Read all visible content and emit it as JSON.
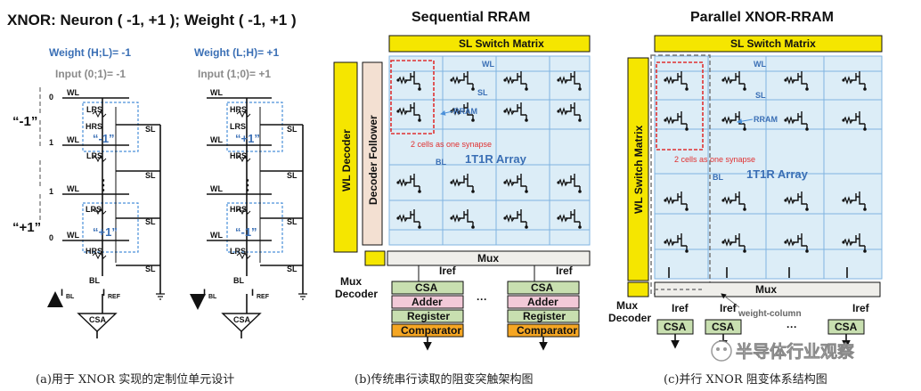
{
  "panel_a": {
    "title": "XNOR: Neuron ( -1, +1 ); Weight ( -1, +1 )",
    "left": {
      "weight": "Weight (H;L)= -1",
      "input": "Input (0;1)= -1",
      "cell_top": "“-1”",
      "cell_bottom": "“+1”"
    },
    "right": {
      "weight": "Weight (L;H)= +1",
      "input": "Input (1;0)= +1",
      "cell_top": "“+1”",
      "cell_bottom": "“-1”"
    },
    "side_labels": {
      "neg": "“-1”",
      "pos": "“+1”"
    },
    "row_indices": [
      "0",
      "1",
      "1",
      "0"
    ],
    "wl": "WL",
    "sl": "SL",
    "bl": "BL",
    "hrs": "HRS",
    "lrs": "LRS",
    "dots": "⋮",
    "ibl": "I",
    "ibl_sub": "BL",
    "iref": "I",
    "iref_sub": "REF",
    "csa": "CSA",
    "caption": "(a)用于 XNOR 实现的定制位单元设计"
  },
  "panel_b": {
    "title": "Sequential RRAM",
    "sl_switch": "SL Switch Matrix",
    "wl_decoder": "WL Decoder",
    "decoder_follower": "Decoder Follower",
    "wl": "WL",
    "sl": "SL",
    "bl": "BL",
    "rram": "RRAM",
    "synapse_note": "2 cells as one synapse",
    "array": "1T1R Array",
    "mux": "Mux",
    "mux_decoder": "Mux\nDecoder",
    "iref": "Iref",
    "blocks": [
      "CSA",
      "Adder",
      "Register",
      "Comparator"
    ],
    "ellipsis": "···",
    "caption": "(b)传统串行读取的阻变突触架构图"
  },
  "panel_c": {
    "title": "Parallel XNOR-RRAM",
    "sl_switch": "SL Switch Matrix",
    "wl_switch": "WL Switch Matrix",
    "wl": "WL",
    "sl": "SL",
    "bl": "BL",
    "rram": "RRAM",
    "synapse_note": "2 cells as one synapse",
    "array": "1T1R Array",
    "mux": "Mux",
    "mux_decoder": "Mux\nDecoder",
    "weight_column": "weight-column",
    "iref": "Iref",
    "csa": "CSA",
    "ellipsis": "···",
    "caption": "(c)并行 XNOR 阻变体系结构图"
  },
  "watermark": "半导体行业观察",
  "colors": {
    "yellow": "#f5e600",
    "tan": "#f3e0d2",
    "green": "#c8dfb0",
    "pink": "#f2c9d8",
    "orange": "#f5a623",
    "array_bg": "#dcedf7",
    "mux_bg": "#efeeea",
    "blue_text": "#3a6fb5",
    "red": "#e03030"
  }
}
